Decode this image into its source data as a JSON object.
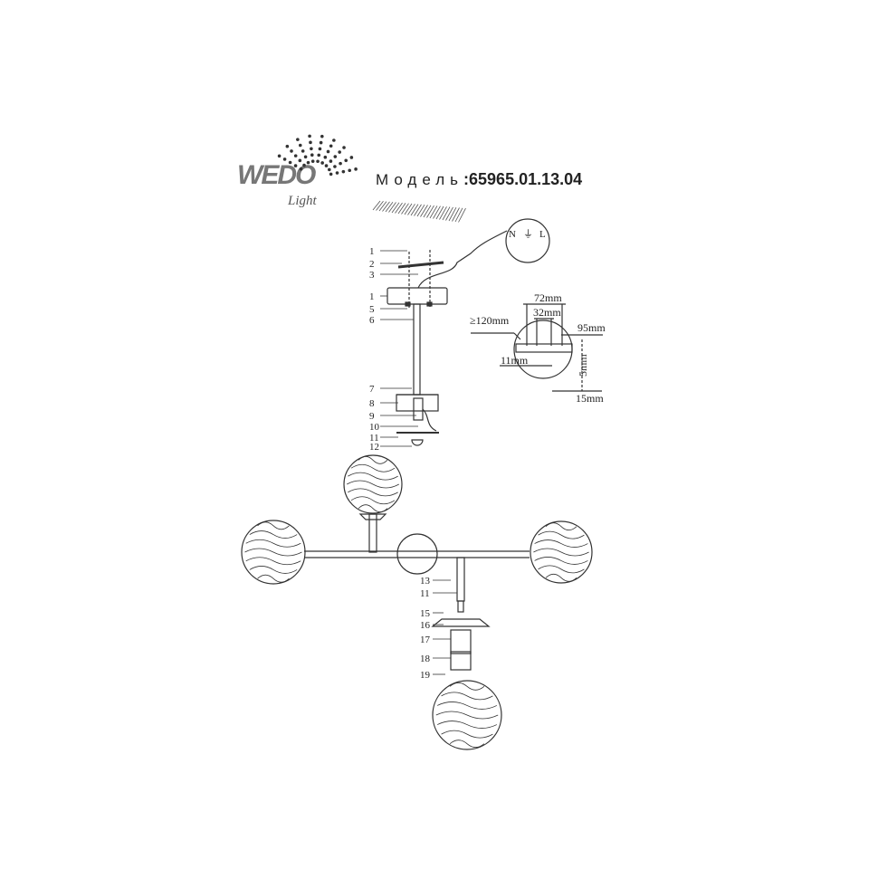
{
  "brand": {
    "logo_text": "WEDO",
    "logo_sub": "Light"
  },
  "model": {
    "caption": "Модель",
    "number": ":65965.01.13.04"
  },
  "mount_part_labels": [
    "1",
    "2",
    "3",
    "1",
    "5",
    "6",
    "7",
    "8",
    "9",
    "10",
    "11",
    "12"
  ],
  "lamp_part_labels": [
    "13",
    "11",
    "15",
    "16",
    "17",
    "18",
    "19"
  ],
  "dimensions": {
    "d_outer": "≥120mm",
    "w_72": "72mm",
    "w_32": "32mm",
    "w_95": "95mm",
    "w_11": "11mm",
    "h_5": "5mm",
    "w_15": "15mm"
  },
  "wiring_marks": [
    "N",
    "⏚",
    "L"
  ]
}
